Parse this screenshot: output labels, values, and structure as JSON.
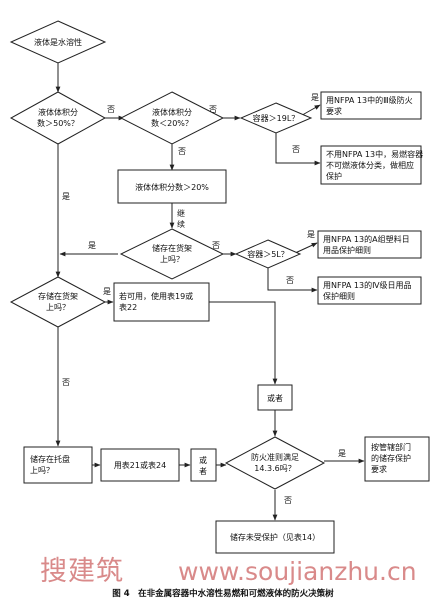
{
  "nodes": {
    "start": "液体是水溶性",
    "q_fraction_50": [
      "液体体积分",
      "数＞50%？"
    ],
    "q_fraction_20": [
      "液体体积分",
      "数＜20%？"
    ],
    "q_container_19l": "容器＞19L？",
    "r_nfpa_iiib": [
      "用NFPA 13中的Ⅲ级防火",
      "要求"
    ],
    "r_nfpa_bursting": [
      "不用NFPA 13中，易燃容器",
      "不可燃液体分类，做相应",
      "保护"
    ],
    "fraction_gt_20": "液体体积分数＞20%",
    "q_rack_1": [
      "储存在货架",
      "上吗？"
    ],
    "q_container_5l": "容器＞5L？",
    "r_nfpa_group_a": [
      "用NFPA 13的A组塑料日",
      "用品保护细则"
    ],
    "r_nfpa_class_iv": [
      "用NFPA 13的Ⅳ级日用品",
      "保护细则"
    ],
    "q_rack_2": [
      "存储在货架",
      "上吗？"
    ],
    "use_tables": [
      "若可用，使用表19或",
      "表22"
    ],
    "or_1": "或者",
    "q_pallet": [
      "储存在托盘",
      "上吗？"
    ],
    "use_table_21_24": "用表21或表24",
    "or_2": [
      "或",
      "者"
    ],
    "q_fire_rules": [
      "防火准则满足",
      "14.3.6吗？"
    ],
    "r_authority": [
      "按管辖部门",
      "的储存保护",
      "要求"
    ],
    "unprotected": "储存未受保护（见表14）"
  },
  "edge_labels": {
    "yes": "是",
    "no": "否",
    "continue": [
      "继",
      "续"
    ]
  },
  "watermark": {
    "chinese": "搜建筑",
    "url": "www.soujianzhu.cn"
  },
  "caption": "图 4　在非金属容器中水溶性易燃和可燃液体的防火决策树"
}
